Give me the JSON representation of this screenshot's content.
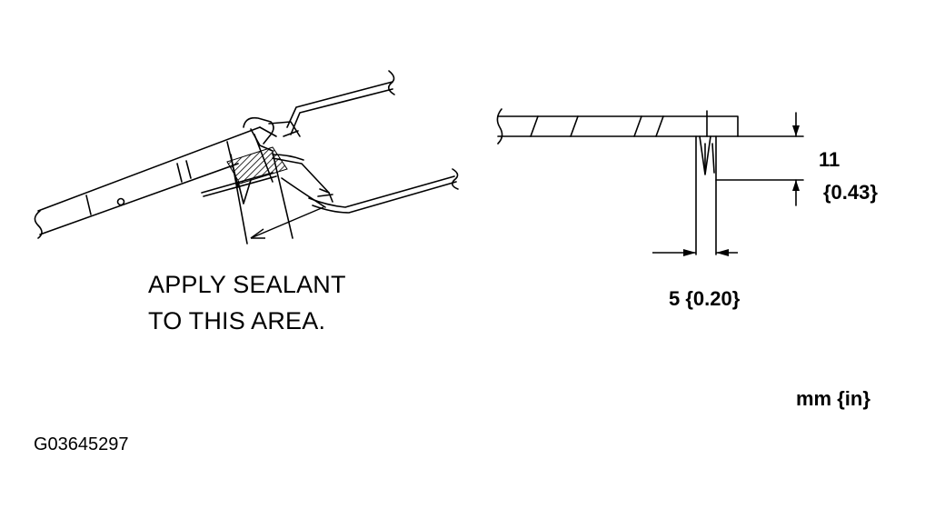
{
  "callout": {
    "line1": "APPLY SEALANT",
    "line2": "TO THIS AREA."
  },
  "dimensions": {
    "height_value": "11",
    "height_inches": "{0.43}",
    "width_label": "5 {0.20}"
  },
  "units": "mm {in}",
  "figure_code": "G03645297"
}
